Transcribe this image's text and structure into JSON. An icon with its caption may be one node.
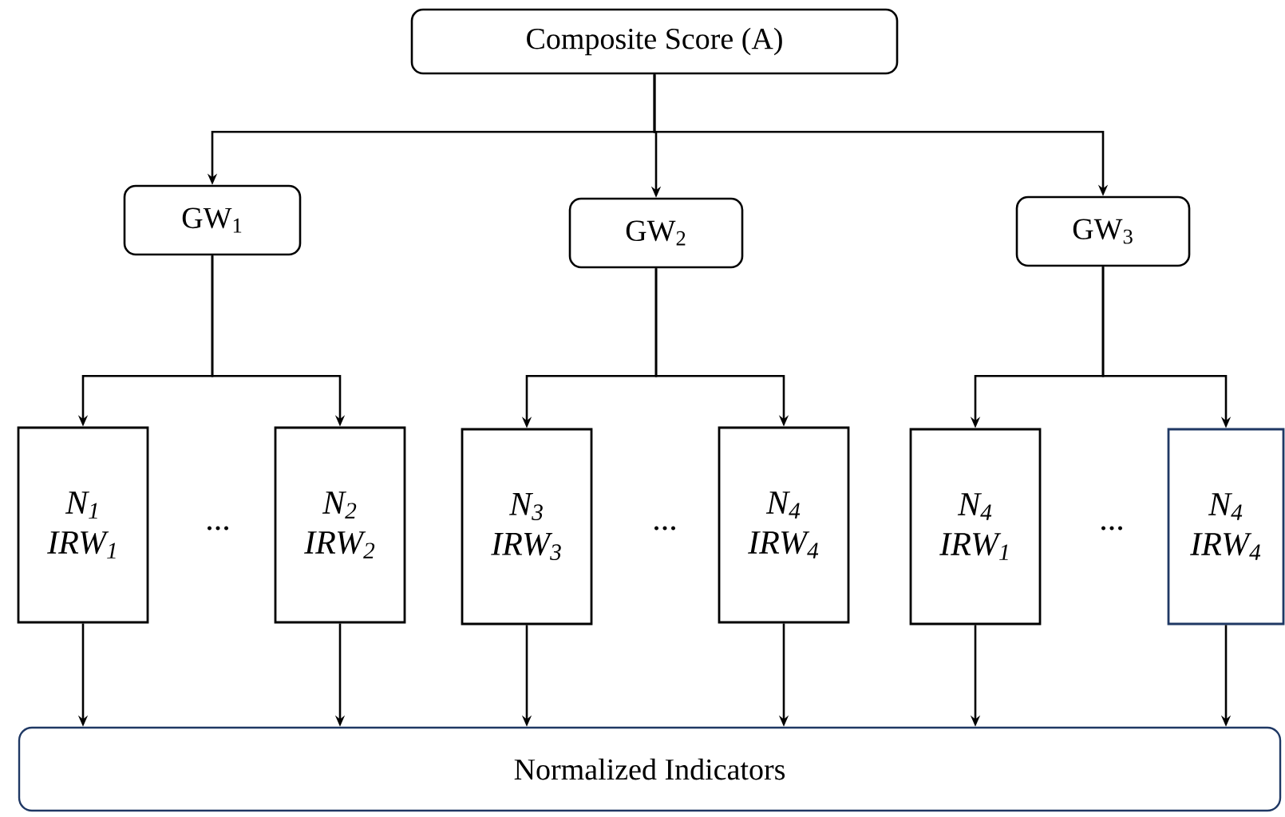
{
  "diagram": {
    "nodes": [
      {
        "text": [
          "Composite Score (A)"
        ]
      },
      {
        "text": [
          "GW$_{1}$"
        ]
      },
      {
        "text": [
          "GW$_{2}$"
        ]
      },
      {
        "text": [
          "GW$_{3}$"
        ]
      },
      {
        "text": [
          "N$_{1}$",
          "IRW$_{1}$"
        ]
      },
      {
        "text": [
          "N$_{2}$",
          "IRW$_{2}$"
        ]
      },
      {
        "text": [
          "N$_{3}$",
          "IRW$_{3}$"
        ]
      },
      {
        "text": [
          "N$_{4}$",
          "IRW$_{4}$"
        ]
      },
      {
        "text": [
          "N$_{4}$",
          "IRW$_{1}$"
        ]
      },
      {
        "text": [
          "N$_{4}$",
          "IRW$_{4}$"
        ]
      },
      {
        "text": [
          "Normalized Indicators"
        ]
      }
    ],
    "edges": [
      {
        "from": 0,
        "to": 1,
        "arrow": "to"
      },
      {
        "from": 0,
        "to": 2,
        "arrow": "to"
      },
      {
        "from": 0,
        "to": 3,
        "arrow": "to"
      },
      {
        "from": 1,
        "to": 4,
        "arrow": "to"
      },
      {
        "from": 1,
        "to": 5,
        "arrow": "to"
      },
      {
        "from": 2,
        "to": 6,
        "arrow": "to"
      },
      {
        "from": 2,
        "to": 7,
        "arrow": "to"
      },
      {
        "from": 3,
        "to": 8,
        "arrow": "to"
      },
      {
        "from": 3,
        "to": 9,
        "arrow": "to"
      },
      {
        "from": 4,
        "to": 10,
        "arrow": "to"
      },
      {
        "from": 5,
        "to": 10,
        "arrow": "to"
      },
      {
        "from": 6,
        "to": 10,
        "arrow": "to"
      },
      {
        "from": 7,
        "to": 10,
        "arrow": "to"
      },
      {
        "from": 8,
        "to": 10,
        "arrow": "to"
      },
      {
        "from": 9,
        "to": 10,
        "arrow": "to"
      }
    ],
    "labels": [
      "...",
      "...",
      "..."
    ]
  }
}
